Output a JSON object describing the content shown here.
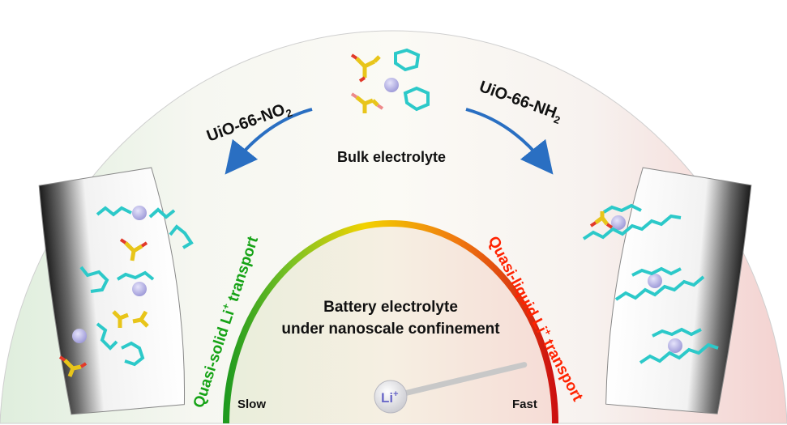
{
  "labels": {
    "left_mof": "UiO-66-NO",
    "left_mof_sub": "2",
    "right_mof": "UiO-66-NH",
    "right_mof_sub": "2",
    "bulk": "Bulk electrolyte",
    "center_line1": "Battery electrolyte",
    "center_line2": "under nanoscale confinement",
    "left_transport_a": "Quasi-solid Li",
    "left_transport_sup": "+",
    "left_transport_b": " transport",
    "right_transport_a": "Quasi-liquid Li",
    "right_transport_sup": "+",
    "right_transport_b": " transport",
    "slow": "Slow",
    "fast": "Fast",
    "ion": "Li",
    "ion_sup": "+"
  },
  "colors": {
    "solid_transport": "#16a316",
    "liquid_transport": "#ff2200",
    "arrow": "#2a6fc2",
    "ion_fill": "#9a96d6",
    "gauge_slow": "#1f9a1f",
    "gauge_mid": "#f2d200",
    "gauge_fast": "#cc1010",
    "needle": "#c8c8c8"
  },
  "gauge": {
    "level": 0.85
  }
}
